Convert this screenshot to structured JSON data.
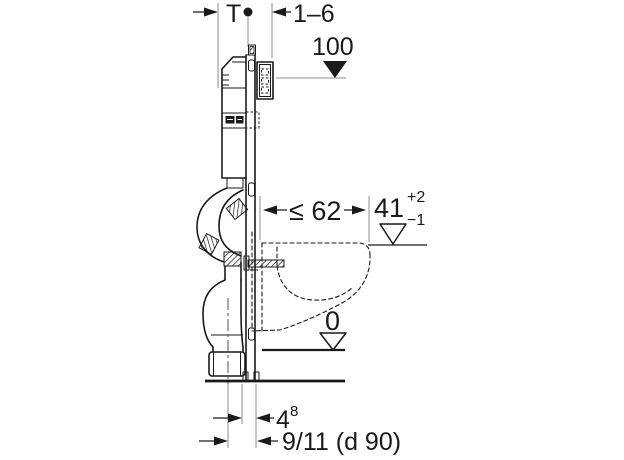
{
  "colors": {
    "line": "#1a1a1a",
    "aux": "#8c8c8c",
    "background": "#ffffff"
  },
  "dimensions": {
    "wall_distance": {
      "label": "T"
    },
    "finish_range": {
      "label": "1–6"
    },
    "top_level": {
      "label": "100"
    },
    "max_projection": {
      "label": "≤ 62"
    },
    "bowl_rim_height": {
      "label": "41",
      "tol_plus": "+2",
      "tol_minus": "−1"
    },
    "floor_level": {
      "label": "0"
    },
    "outlet_offset": {
      "label": "4",
      "sup": "8"
    },
    "drain_connection": {
      "label": "9/11 (d 90)"
    }
  }
}
